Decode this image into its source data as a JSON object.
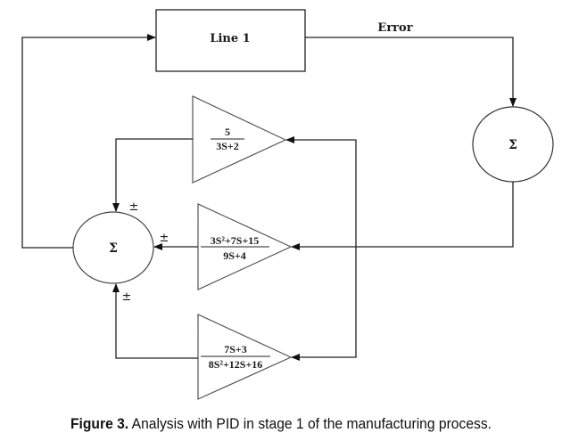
{
  "diagram": {
    "plant_block": {
      "label": "Line 1"
    },
    "error_label": "Error",
    "summing_junctions": [
      {
        "id": "error-sum",
        "symbol": "Σ"
      },
      {
        "id": "controller-sum",
        "symbol": "Σ",
        "input_signs": [
          "±",
          "±",
          "±"
        ]
      }
    ],
    "gain_blocks": [
      {
        "id": "tf-1",
        "numerator": "5",
        "denominator": "3S+2"
      },
      {
        "id": "tf-2",
        "numerator": "3S²+7S+15",
        "denominator": "9S+4"
      },
      {
        "id": "tf-3",
        "numerator": "7S+3",
        "denominator": "8S²+12S+16"
      }
    ]
  },
  "caption": {
    "label": "Figure 3.",
    "text": " Analysis with PID in stage 1 of the manufacturing process."
  }
}
